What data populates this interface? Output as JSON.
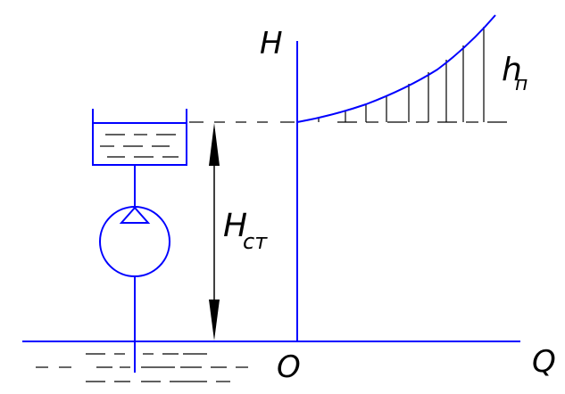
{
  "labels": {
    "h_axis": "H",
    "q_axis": "Q",
    "origin": "O",
    "static_head_main": "H",
    "static_head_sub": "ст",
    "losses_main": "h",
    "losses_sub": "п"
  },
  "colors": {
    "drawing": "#0000ff",
    "dashes": "#000000",
    "arrows": "#000000",
    "labels": "#000000",
    "background": "#ffffff"
  }
}
